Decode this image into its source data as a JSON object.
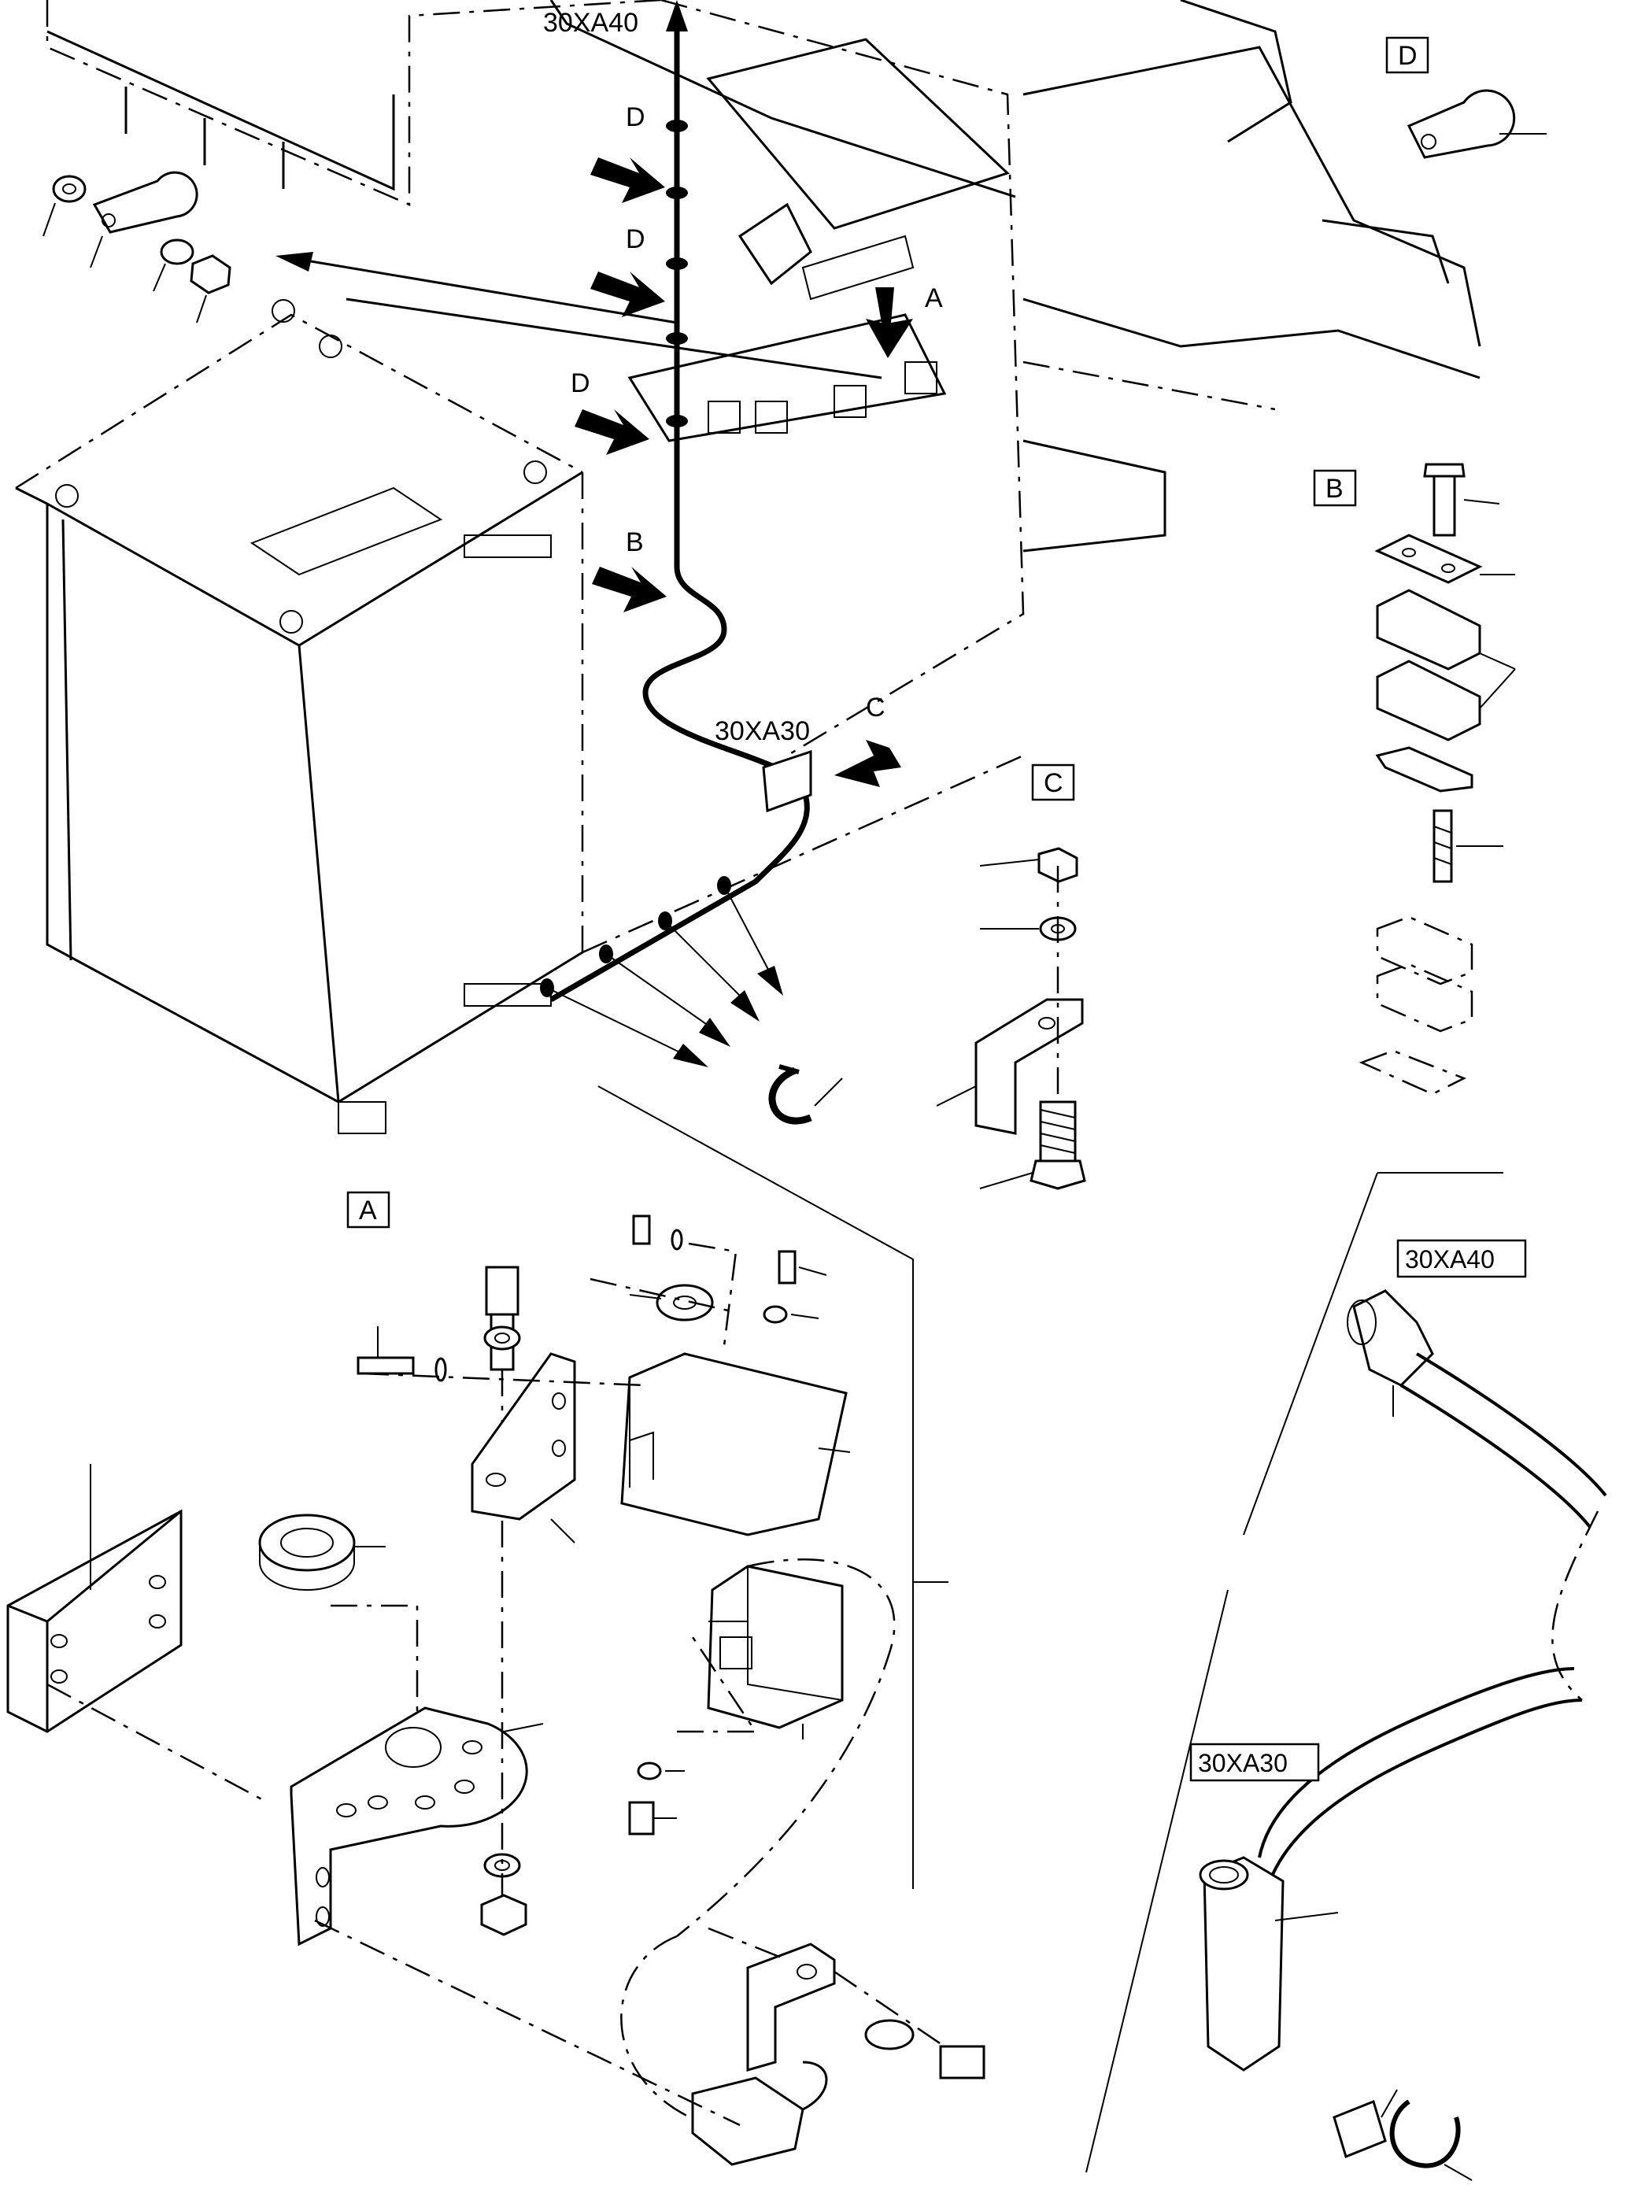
{
  "connectors": {
    "top": "30XA40",
    "middle": "30XA30",
    "detail_top_box": "30XA40",
    "detail_bottom_box": "30XA30"
  },
  "view_letters": {
    "d1": "D",
    "d2": "D",
    "d3": "D",
    "a": "A",
    "b": "B",
    "c": "C"
  },
  "detail_boxes": {
    "d": "D",
    "b": "B",
    "c": "C",
    "a": "A"
  },
  "colors": {
    "ink": "#000000",
    "paper": "#ffffff"
  }
}
